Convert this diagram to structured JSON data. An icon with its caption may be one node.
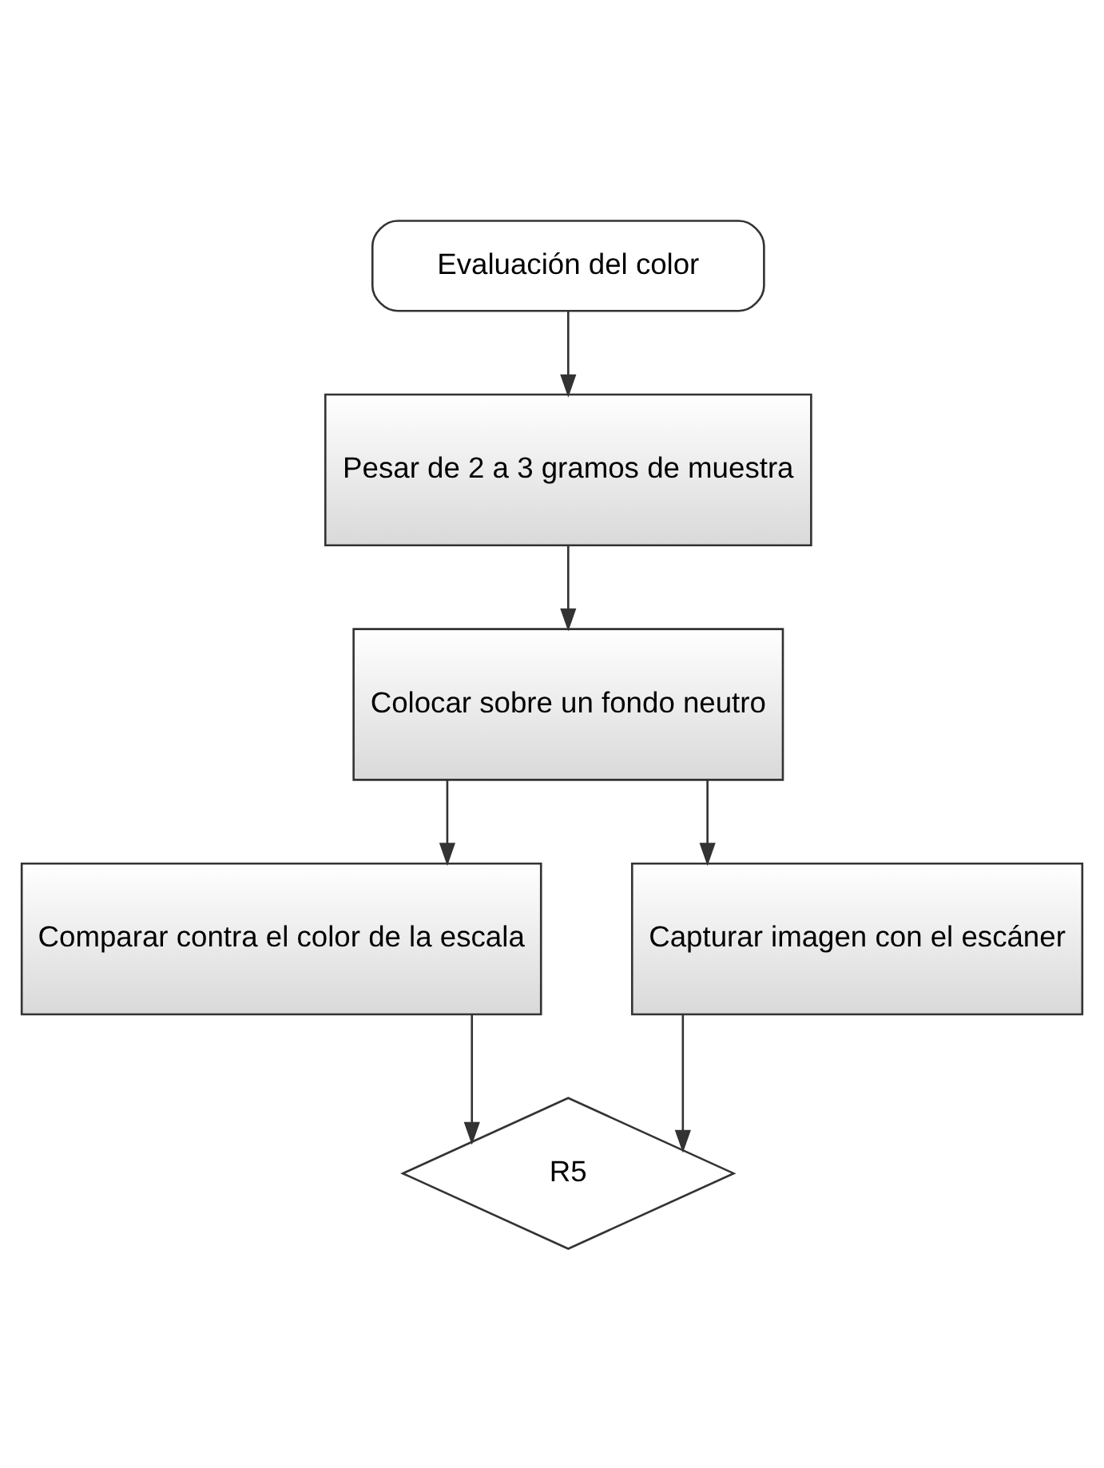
{
  "diagram": {
    "nodes": [
      {
        "text": [
          "Evaluación del color"
        ]
      },
      {
        "text": [
          "Pesar de 2 a 3 gramos de muestra"
        ]
      },
      {
        "text": [
          "Colocar sobre un fondo neutro"
        ]
      },
      {
        "text": [
          "Comparar contra el color de la escala"
        ]
      },
      {
        "text": [
          "Capturar imagen con el escáner"
        ]
      },
      {
        "text": [
          "R5"
        ]
      }
    ],
    "edges": [
      {
        "from": 0,
        "to": 1,
        "arrow": "to"
      },
      {
        "from": 1,
        "to": 2,
        "arrow": "to"
      },
      {
        "from": 2,
        "to": 3,
        "arrow": "to"
      },
      {
        "from": 2,
        "to": 4,
        "arrow": "to"
      },
      {
        "from": 3,
        "to": 5,
        "arrow": "to"
      },
      {
        "from": 4,
        "to": 5,
        "arrow": "to"
      }
    ]
  }
}
